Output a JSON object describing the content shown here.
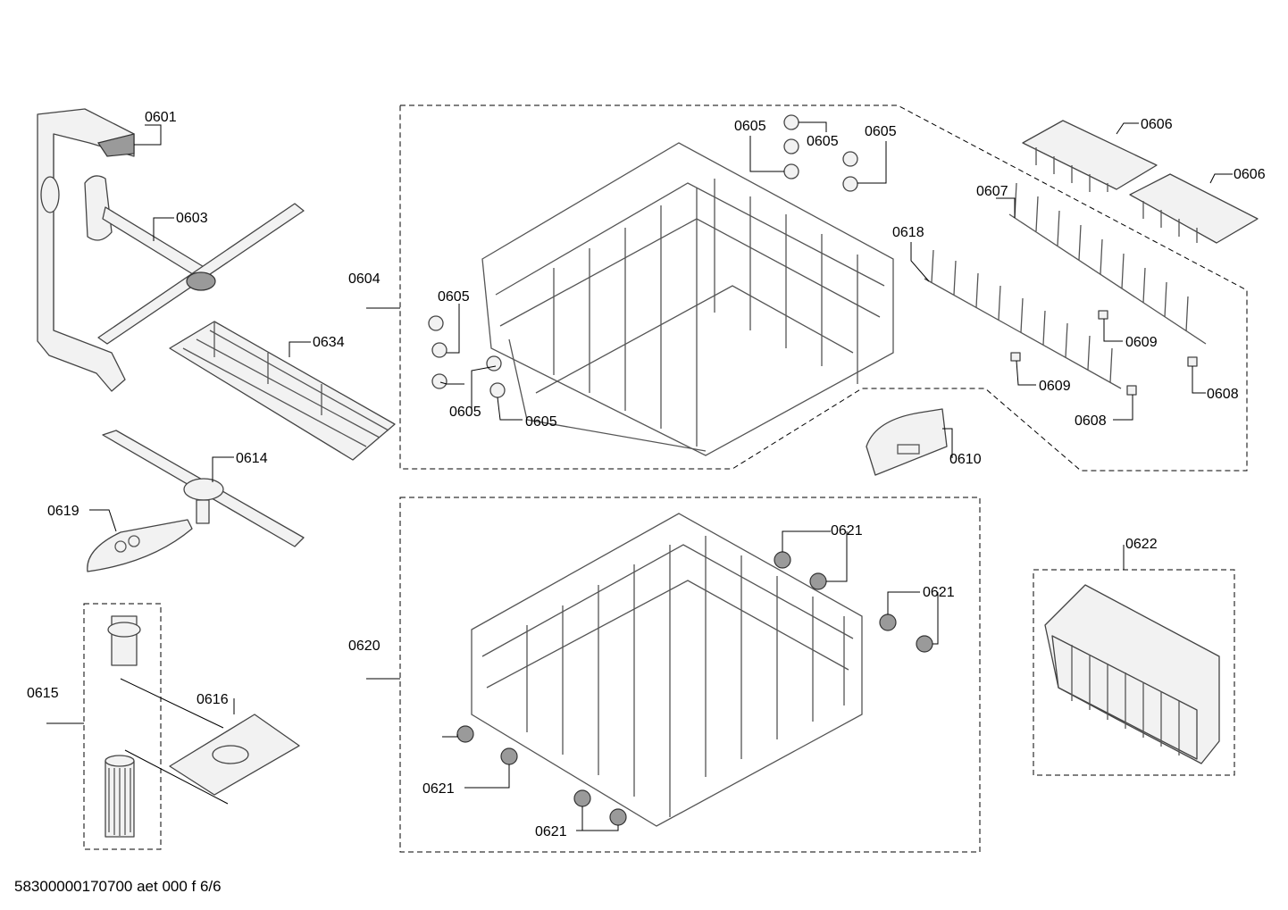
{
  "document_id": "58300000170700 aet 000 f 6/6",
  "labels": [
    {
      "id": "l0601",
      "text": "0601"
    },
    {
      "id": "l0603",
      "text": "0603"
    },
    {
      "id": "l0604",
      "text": "0604"
    },
    {
      "id": "l0605a",
      "text": "0605"
    },
    {
      "id": "l0605b",
      "text": "0605"
    },
    {
      "id": "l0605c",
      "text": "0605"
    },
    {
      "id": "l0605d",
      "text": "0605"
    },
    {
      "id": "l0605e",
      "text": "0605"
    },
    {
      "id": "l0605f",
      "text": "0605"
    },
    {
      "id": "l0606a",
      "text": "0606"
    },
    {
      "id": "l0606b",
      "text": "0606"
    },
    {
      "id": "l0607",
      "text": "0607"
    },
    {
      "id": "l0618",
      "text": "0618"
    },
    {
      "id": "l0609a",
      "text": "0609"
    },
    {
      "id": "l0609b",
      "text": "0609"
    },
    {
      "id": "l0608a",
      "text": "0608"
    },
    {
      "id": "l0608b",
      "text": "0608"
    },
    {
      "id": "l0610",
      "text": "0610"
    },
    {
      "id": "l0634",
      "text": "0634"
    },
    {
      "id": "l0614",
      "text": "0614"
    },
    {
      "id": "l0619",
      "text": "0619"
    },
    {
      "id": "l0615",
      "text": "0615"
    },
    {
      "id": "l0616",
      "text": "0616"
    },
    {
      "id": "l0620",
      "text": "0620"
    },
    {
      "id": "l0621a",
      "text": "0621"
    },
    {
      "id": "l0621b",
      "text": "0621"
    },
    {
      "id": "l0621c",
      "text": "0621"
    },
    {
      "id": "l0621d",
      "text": "0621"
    },
    {
      "id": "l0622",
      "text": "0622"
    }
  ]
}
